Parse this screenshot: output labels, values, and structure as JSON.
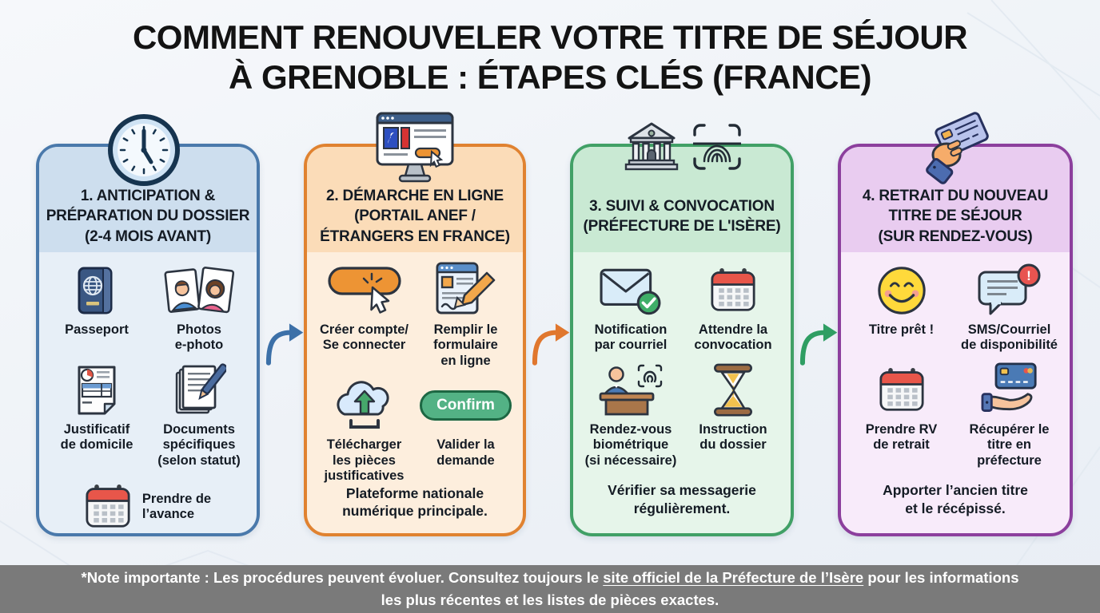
{
  "title": {
    "line1": "COMMENT RENOUVELER VOTRE TITRE DE SÉJOUR",
    "line2": "À GRENOBLE : ÉTAPES CLÉS (FRANCE)"
  },
  "colors": {
    "background": "#f3f6f9",
    "title_text": "#131313",
    "footer_bg": "#7a7a7a",
    "footer_text": "#ffffff"
  },
  "steps": [
    {
      "title": "1. ANTICIPATION &\nPRÉPARATION DU DOSSIER\n(2-4 MOIS AVANT)",
      "accent": "#4a79ab",
      "header_bg": "#cddeee",
      "body_bg": "#e7eff7",
      "top_icons": [
        "clock-icon"
      ],
      "items": [
        {
          "icon": "passport-icon",
          "label": "Passeport"
        },
        {
          "icon": "photos-icon",
          "label": "Photos\ne-photo"
        },
        {
          "icon": "proof-of-address-icon",
          "label": "Justificatif\nde domicile"
        },
        {
          "icon": "specific-documents-icon",
          "label": "Documents\nspécifiques\n(selon statut)"
        },
        {
          "icon": "calendar-icon",
          "label": "Prendre de\nl’avance"
        }
      ],
      "footnote": ""
    },
    {
      "title": "2. DÉMARCHE EN LIGNE\n(PORTAIL ANEF /\nÉTRANGERS EN FRANCE)",
      "accent": "#e0methods8230",
      "header_bg": "#fbdcb8",
      "body_bg": "#fdeedd",
      "top_icons": [
        "monitor-anef-icon"
      ],
      "items": [
        {
          "icon": "click-button-icon",
          "label": "Créer compte/\nSe connecter"
        },
        {
          "icon": "online-form-icon",
          "label": "Remplir le\nformulaire\nen ligne"
        },
        {
          "icon": "upload-cloud-icon",
          "label": "Télécharger\nles pièces\njustificatives"
        },
        {
          "icon": "confirm-button-icon",
          "label": "Valider la\ndemande",
          "button_text": "Confirm"
        }
      ],
      "footnote": "Plateforme nationale\nnumérique principale."
    },
    {
      "title": "3. SUIVI & CONVOCATION\n(PRÉFECTURE DE L'ISÈRE)",
      "accent": "#41a066",
      "header_bg": "#c9e9d3",
      "body_bg": "#e6f5ea",
      "top_icons": [
        "prefecture-building-icon",
        "fingerprint-icon"
      ],
      "items": [
        {
          "icon": "email-notification-icon",
          "label": "Notification\npar courriel"
        },
        {
          "icon": "calendar-icon",
          "label": "Attendre la\nconvocation"
        },
        {
          "icon": "biometric-appointment-icon",
          "label": "Rendez-vous\nbiométrique\n(si nécessaire)"
        },
        {
          "icon": "hourglass-icon",
          "label": "Instruction\ndu dossier"
        }
      ],
      "footnote": "Vérifier sa messagerie\nrégulièrement."
    },
    {
      "title": "4. RETRAIT DU NOUVEAU\nTITRE DE SÉJOUR\n(SUR RENDEZ-VOUS)",
      "accent": "#8c3f9d",
      "header_bg": "#e9ccf0",
      "body_bg": "#f8ebfa",
      "top_icons": [
        "hand-holding-card-icon"
      ],
      "items": [
        {
          "icon": "smiley-icon",
          "label": "Titre prêt !"
        },
        {
          "icon": "sms-alert-icon",
          "label": "SMS/Courriel\nde disponibilité",
          "badge": "!"
        },
        {
          "icon": "calendar-icon",
          "label": "Prendre RV\nde retrait"
        },
        {
          "icon": "receive-card-icon",
          "label": "Récupérer le\ntitre en\npréfecture"
        }
      ],
      "footnote": "Apporter l’ancien titre\net le récépissé."
    }
  ],
  "arrows": [
    {
      "from": "step-1",
      "to": "step-2",
      "color": "#3c70a8"
    },
    {
      "from": "step-2",
      "to": "step-3",
      "color": "#e0772e"
    },
    {
      "from": "step-3",
      "to": "step-4",
      "color": "#2f9e63"
    }
  ],
  "footer": {
    "line1_prefix": "*Note importante : Les procédures peuvent évoluer. Consultez toujours le ",
    "link_text": "site officiel de la Préfecture de l’Isère",
    "line1_suffix": " pour les informations",
    "line2": "les plus récentes et les listes de pièces exactes."
  }
}
